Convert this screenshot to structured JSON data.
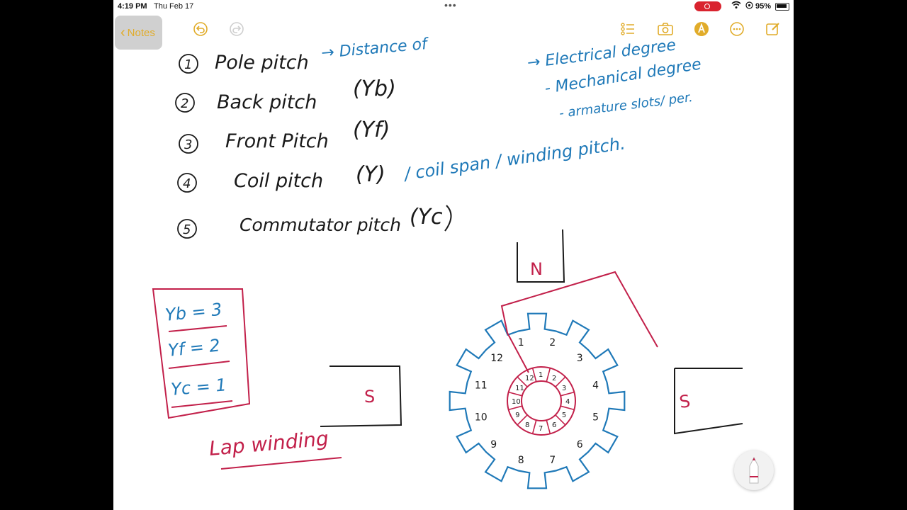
{
  "status_bar": {
    "time": "4:19 PM",
    "date": "Thu Feb 17",
    "battery": "95%",
    "more": "•••"
  },
  "toolbar": {
    "back_label": "Notes",
    "accent": "#e1ac2a",
    "icons": [
      "undo-icon",
      "redo-icon",
      "checklist-icon",
      "camera-icon",
      "markup-icon",
      "more-icon",
      "compose-icon"
    ]
  },
  "ink": {
    "black": "#1a1a1a",
    "blue": "#1f79b8",
    "red": "#c2204a"
  },
  "note": {
    "list": [
      {
        "num": "1",
        "text": "Pole pitch"
      },
      {
        "num": "2",
        "text": "Back pitch"
      },
      {
        "num": "3",
        "text": "Front Pitch"
      },
      {
        "num": "4",
        "text": "Coil pitch"
      },
      {
        "num": "5",
        "text": "Commutator pitch"
      }
    ],
    "symbols": {
      "back": "(Yb)",
      "front": "(Yf)",
      "coil": "(Y)",
      "comm": "(Yc"
    },
    "pole_pitch_arrow": "→ Distance of",
    "degree_notes": [
      "→ Electrical degree",
      "- Mechanical degree",
      "- armature slots/ per."
    ],
    "coil_aliases": "/ coil span / winding pitch.",
    "boxed_values": [
      {
        "label": "Yb = 3"
      },
      {
        "label": "Yf = 2"
      },
      {
        "label": "Yc = 1"
      }
    ],
    "diagram_title": "Lap winding",
    "poles": [
      "N",
      "S",
      "S"
    ],
    "slots": [
      "1",
      "2",
      "3",
      "4",
      "5",
      "6",
      "7",
      "8",
      "9",
      "10",
      "11",
      "12"
    ],
    "segments": [
      "1",
      "2",
      "3",
      "4",
      "5",
      "6",
      "7",
      "8",
      "9",
      "10",
      "11",
      "12"
    ]
  }
}
